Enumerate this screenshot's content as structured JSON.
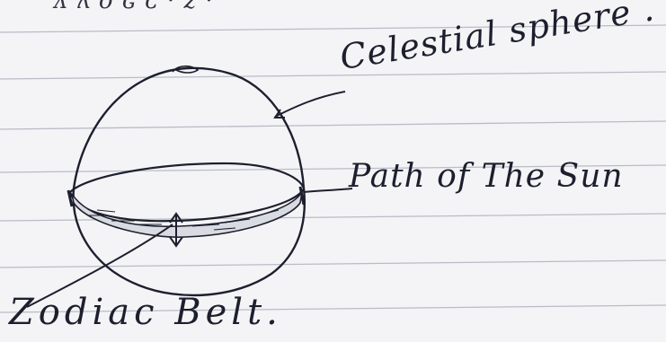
{
  "diagram": {
    "top_fragment": "ᴧ ʌ o ɢ ᴄ · z ·",
    "labels": {
      "celestial_sphere": "Celestial sphere .",
      "path_of_the_sun": "Path of The Sun",
      "zodiac_belt": "Zodiac Belt."
    },
    "colors": {
      "paper": "#f4f4f6",
      "ruled_line": "#b9bcc6",
      "ink": "#1d1f2e"
    }
  }
}
